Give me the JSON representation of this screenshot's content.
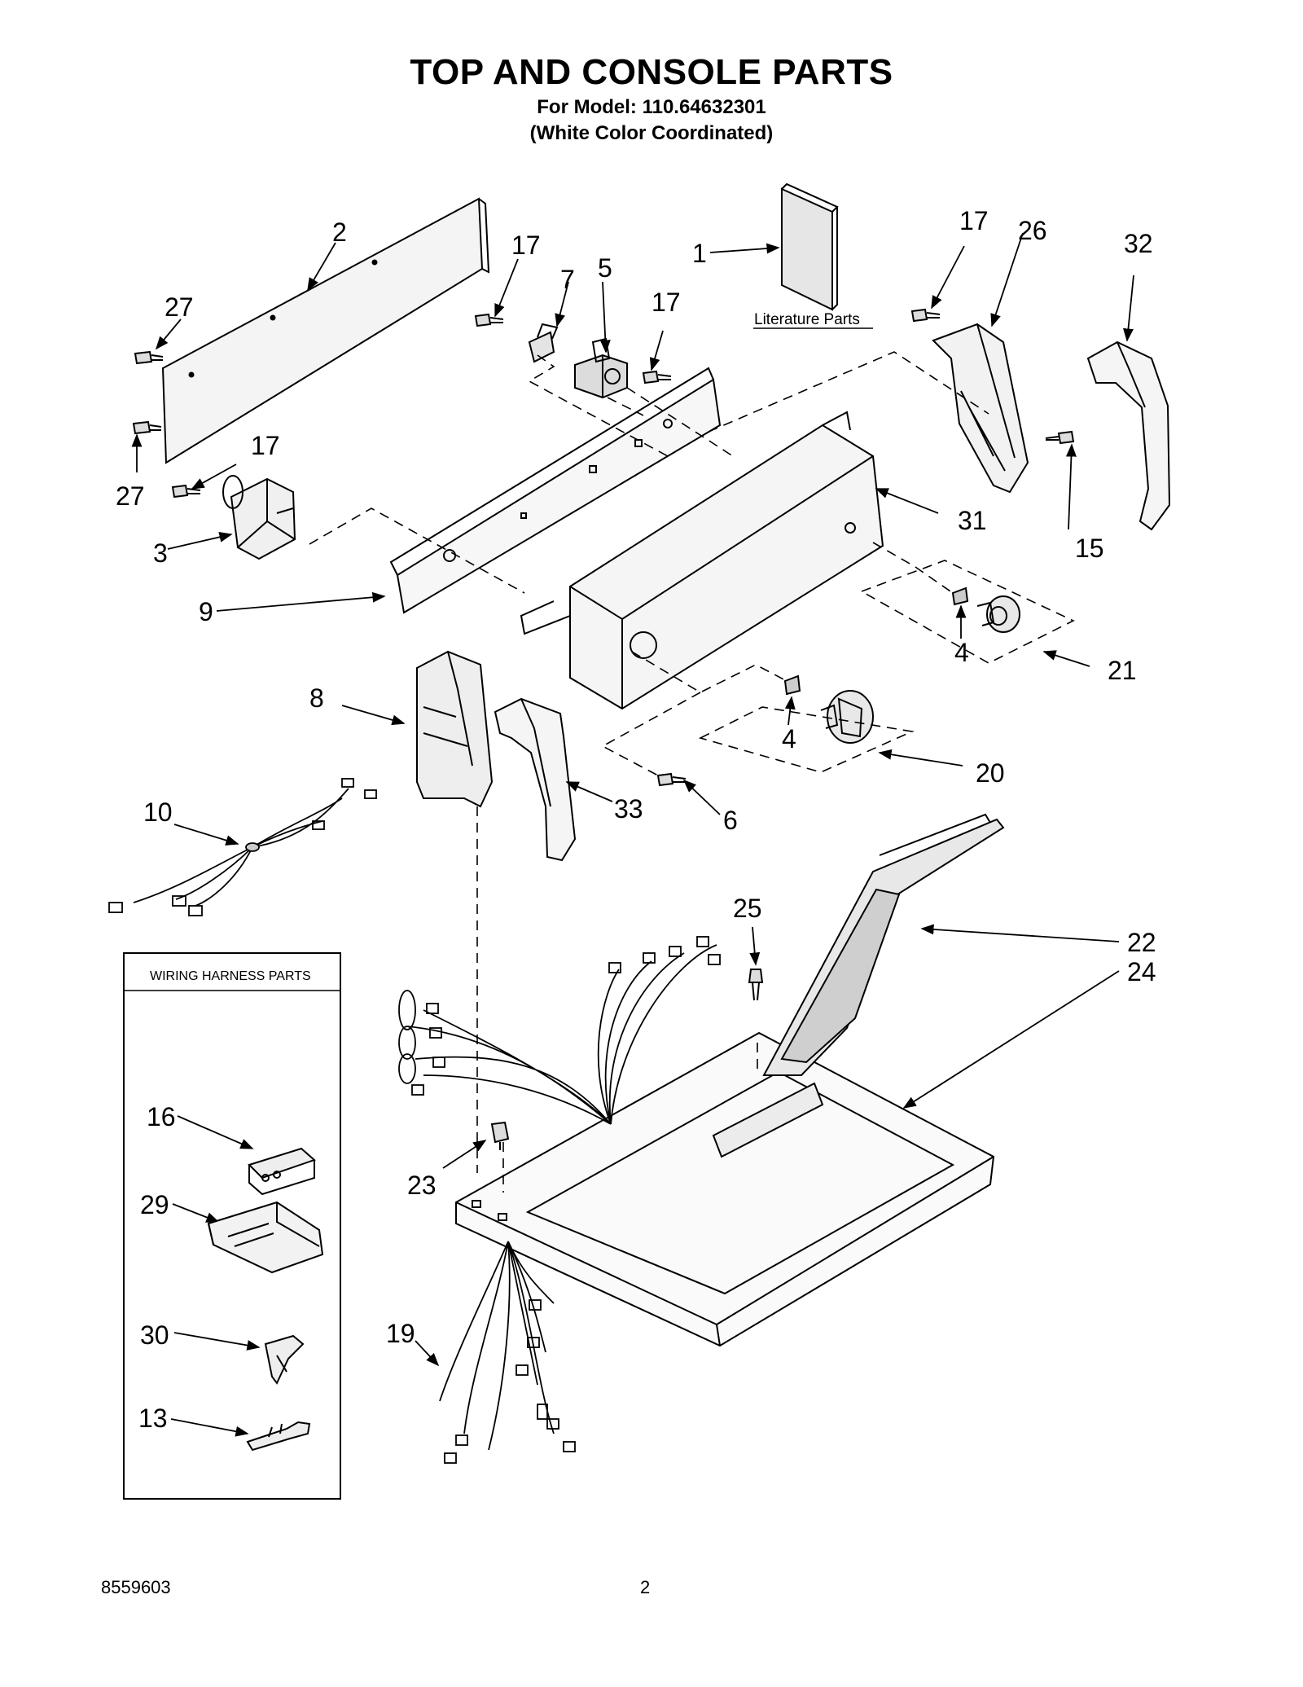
{
  "header": {
    "title": "TOP AND CONSOLE PARTS",
    "model_line": "For Model: 110.64632301",
    "color_line": "(White Color Coordinated)"
  },
  "labels": {
    "literature_parts": "Literature Parts",
    "wiring_harness_parts": "WIRING HARNESS PARTS"
  },
  "callouts": {
    "c1": "1",
    "c2": "2",
    "c3": "3",
    "c4a": "4",
    "c4b": "4",
    "c5": "5",
    "c6": "6",
    "c7": "7",
    "c8": "8",
    "c9": "9",
    "c10": "10",
    "c13": "13",
    "c15": "15",
    "c16": "16",
    "c17a": "17",
    "c17b": "17",
    "c17c": "17",
    "c17d": "17",
    "c19": "19",
    "c20": "20",
    "c21": "21",
    "c22": "22",
    "c23": "23",
    "c24": "24",
    "c25": "25",
    "c26": "26",
    "c27a": "27",
    "c27b": "27",
    "c29": "29",
    "c30": "30",
    "c31": "31",
    "c32": "32",
    "c33": "33"
  },
  "footer": {
    "doc_number": "8559603",
    "page_number": "2"
  }
}
